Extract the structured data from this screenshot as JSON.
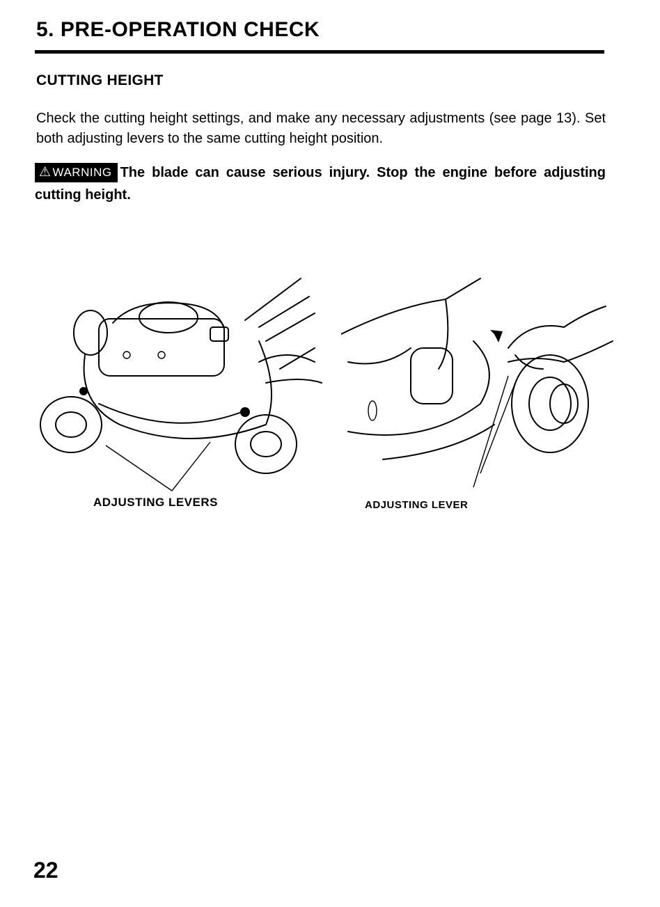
{
  "section": {
    "title": "5. PRE-OPERATION CHECK",
    "subtitle": "CUTTING HEIGHT"
  },
  "body": {
    "text": "Check the cutting height settings, and make any necessary adjustments (see page 13). Set both adjusting levers to the same cutting height position."
  },
  "warning": {
    "badge": "WARNING",
    "text": "The blade can cause serious injury. Stop the engine before adjusting cutting height."
  },
  "figures": {
    "left_caption": "ADJUSTING LEVERS",
    "right_caption": "ADJUSTING LEVER"
  },
  "page_number": "22"
}
